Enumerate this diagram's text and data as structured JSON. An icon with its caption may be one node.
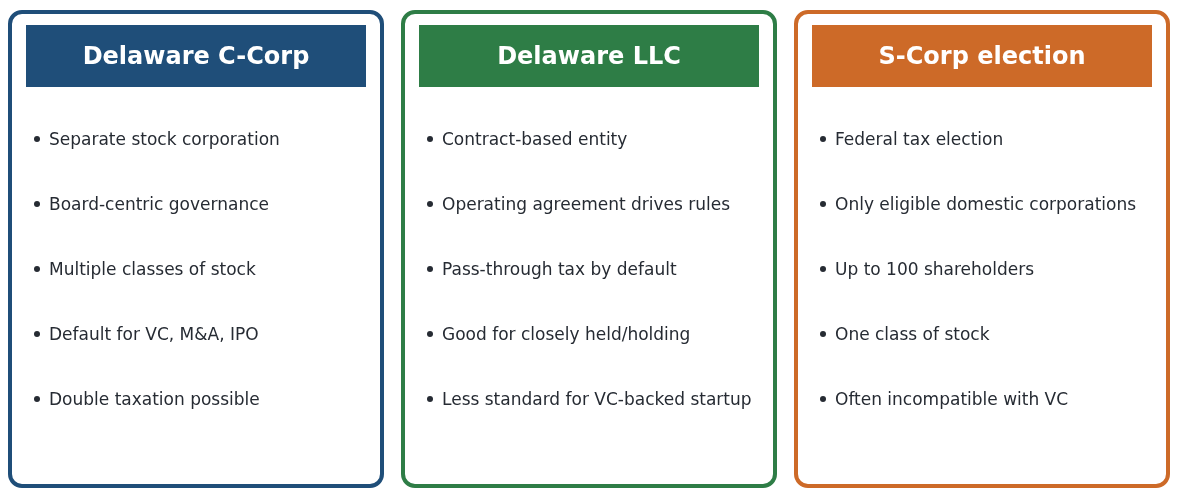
{
  "diagram": {
    "nodes": [
      {
        "text": [
          "Separate stock corporation",
          "Board-centric governance",
          "Multiple classes of stock",
          "Default for VC, M&A, IPO",
          "Double taxation possible"
        ]
      },
      {
        "text": [
          "Delaware C-Corp"
        ],
        "in": 0
      },
      {
        "text": [
          "Contract-based entity",
          "Operating agreement drives rules",
          "Pass-through tax by default",
          "Good for closely held/holding",
          "Less standard for VC-backed startup"
        ]
      },
      {
        "text": [
          "Delaware LLC"
        ],
        "in": 2
      },
      {
        "text": [
          "Federal tax election",
          "Only eligible domestic corporations",
          "Up to 100 shareholders",
          "One class of stock",
          "Often incompatible with VC"
        ]
      },
      {
        "text": [
          "S-Corp election"
        ],
        "in": 4
      }
    ]
  }
}
